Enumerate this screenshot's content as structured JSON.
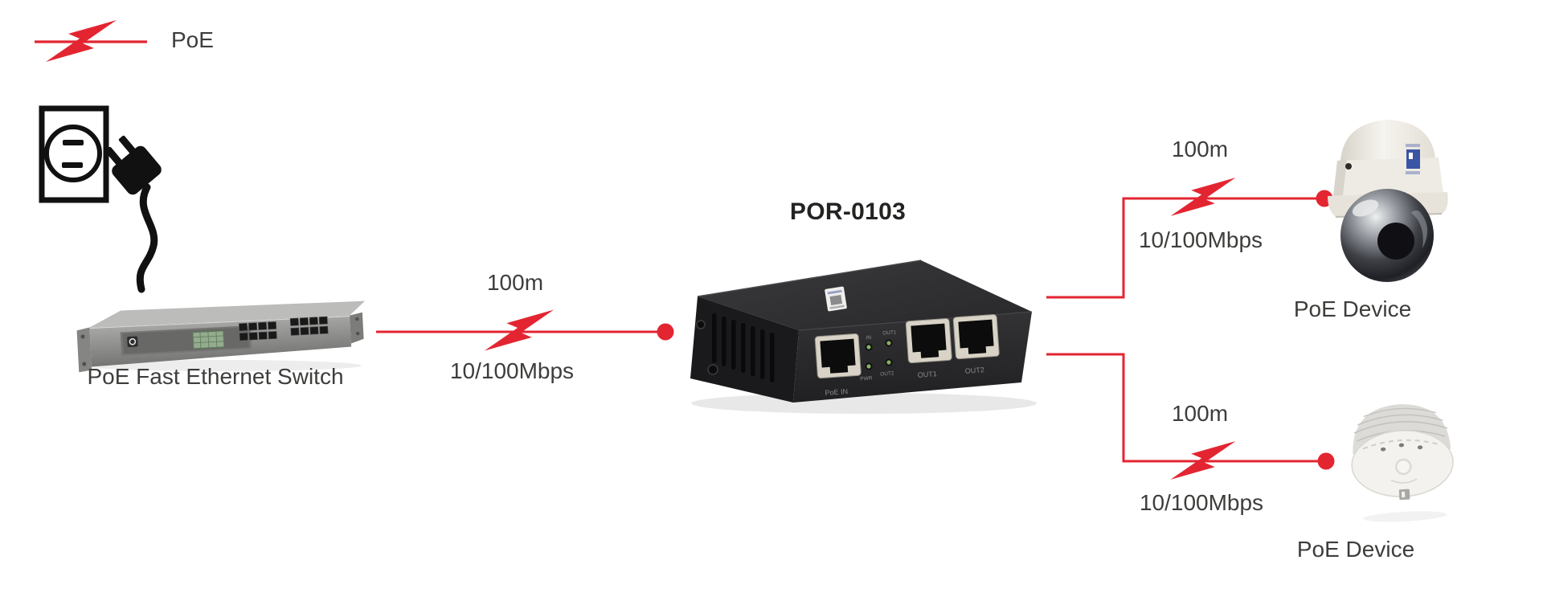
{
  "legend": {
    "label": "PoE"
  },
  "devices": {
    "switch": {
      "label": "PoE Fast Ethernet Switch"
    },
    "injector": {
      "title": "POR-0103",
      "port_labels": {
        "poe_in": "PoE IN",
        "out1": "OUT1",
        "out2": "OUT2"
      },
      "led_labels": {
        "in": "IN",
        "out1": "OUT1",
        "pwr": "PWR",
        "out2": "OUT2"
      }
    },
    "camera": {
      "label": "PoE Device"
    },
    "access_point": {
      "label": "PoE Device"
    }
  },
  "links": {
    "switch_to_injector": {
      "distance": "100m",
      "speed": "10/100Mbps"
    },
    "injector_to_camera": {
      "distance": "100m",
      "speed": "10/100Mbps"
    },
    "injector_to_access_point": {
      "distance": "100m",
      "speed": "10/100Mbps"
    }
  },
  "colors": {
    "poe_red": "#e32531",
    "label_text": "#3d3d3b"
  }
}
